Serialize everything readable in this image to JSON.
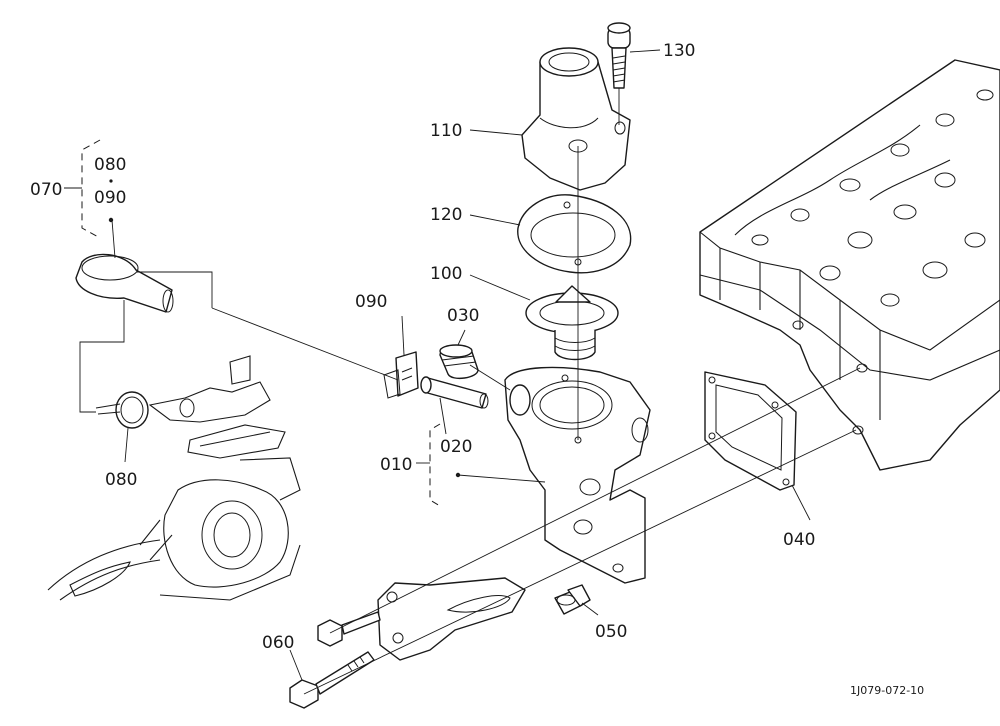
{
  "labels": {
    "p010": "010",
    "p020": "020",
    "p030": "030",
    "p040": "040",
    "p050": "050",
    "p060": "060",
    "p070": "070",
    "p080_group": "080",
    "p090_group": "090",
    "p080": "080",
    "p090": "090",
    "p100": "100",
    "p110": "110",
    "p120": "120",
    "p130": "130"
  },
  "reference_code": "1J079-072-10"
}
